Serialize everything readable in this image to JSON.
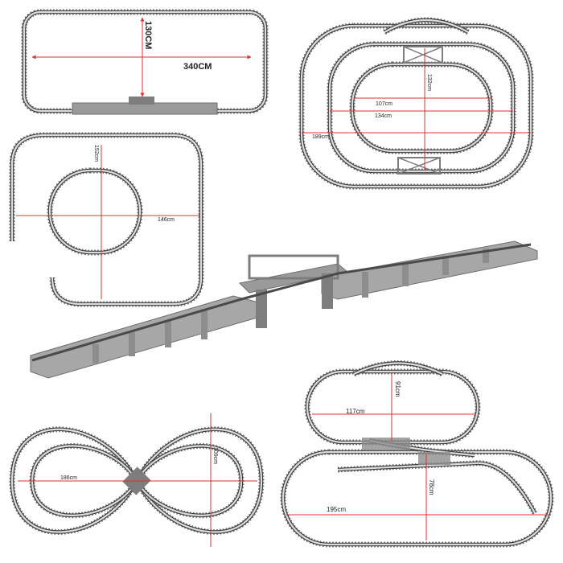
{
  "colors": {
    "background": "#ffffff",
    "track_rail": "#3f3f3f",
    "track_tie": "#6e6e6e",
    "structure": "#9a9a9a",
    "measure_line": "#e03030"
  },
  "layouts": {
    "rectangle": {
      "width_label": "340CM",
      "height_label": "130CM"
    },
    "nested_ovals": {
      "inner_label": "107cm",
      "middle_label": "134cm",
      "outer_label": "189cm",
      "height_label": "132cm"
    },
    "overlapping_loops": {
      "height_label": "152cm",
      "width_label": "146cm"
    },
    "figure_eight": {
      "width_label": "186cm",
      "height_label": "109cm"
    },
    "two_ovals": {
      "top_width_label": "117cm",
      "top_height_label": "91cm",
      "bottom_width_label": "195cm",
      "bottom_height_label": "78cm"
    }
  }
}
